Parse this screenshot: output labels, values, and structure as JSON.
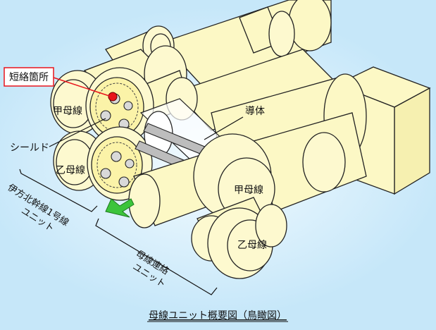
{
  "labels": {
    "short_point": "短絡箇所",
    "ko_bus_left": "甲母線",
    "shield": "シールド",
    "otsu_bus_left": "乙母線",
    "conductor": "導体",
    "ko_bus_right": "甲母線",
    "otsu_bus_right": "乙母線",
    "unit_name_line1": "伊方北幹線1号線",
    "unit_name_line2": "ユニット",
    "link_unit_line1": "母線連絡",
    "link_unit_line2": "ユニット",
    "caption": "母線ユニット概要図（鳥瞰図）"
  },
  "colors": {
    "background": "#c6e7f9",
    "pipe": "#fcf8c5",
    "fault_marker": "#e8141c",
    "arrow": "#3cc43c",
    "callout_border": "#e8141c"
  }
}
